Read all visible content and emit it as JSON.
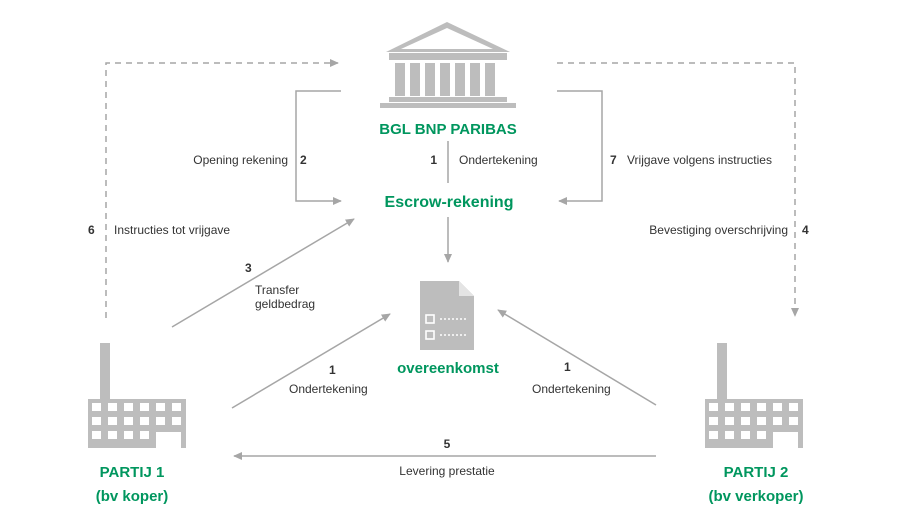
{
  "colors": {
    "accent": "#00965e",
    "icon": "#bdbdbd",
    "line": "#a6a6a6",
    "text": "#333333"
  },
  "bank": {
    "name": "BGL BNP PARIBAS",
    "icon": "bank-building-icon"
  },
  "escrow": {
    "name": "Escrow-rekening"
  },
  "contract": {
    "name": "overeenkomst",
    "icon": "document-checklist-icon"
  },
  "party1": {
    "line1": "PARTIJ 1",
    "line2": "(bv koper)",
    "icon": "factory-icon"
  },
  "party2": {
    "line1": "PARTIJ 2",
    "line2": "(bv verkoper)",
    "icon": "factory-icon"
  },
  "steps": {
    "sign_bank": {
      "num": "1",
      "label": "Ondertekening"
    },
    "sign_p1": {
      "num": "1",
      "label": "Ondertekening"
    },
    "sign_p2": {
      "num": "1",
      "label": "Ondertekening"
    },
    "open_account": {
      "num": "2",
      "label": "Opening rekening"
    },
    "transfer": {
      "num": "3",
      "line1": "Transfer",
      "line2": "geldbedrag"
    },
    "confirm": {
      "num": "4",
      "label": "Bevestiging overschrijving"
    },
    "deliver": {
      "num": "5",
      "label": "Levering prestatie"
    },
    "instructions": {
      "num": "6",
      "label": "Instructies tot vrijgave"
    },
    "release": {
      "num": "7",
      "label": "Vrijgave volgens instructies"
    }
  }
}
